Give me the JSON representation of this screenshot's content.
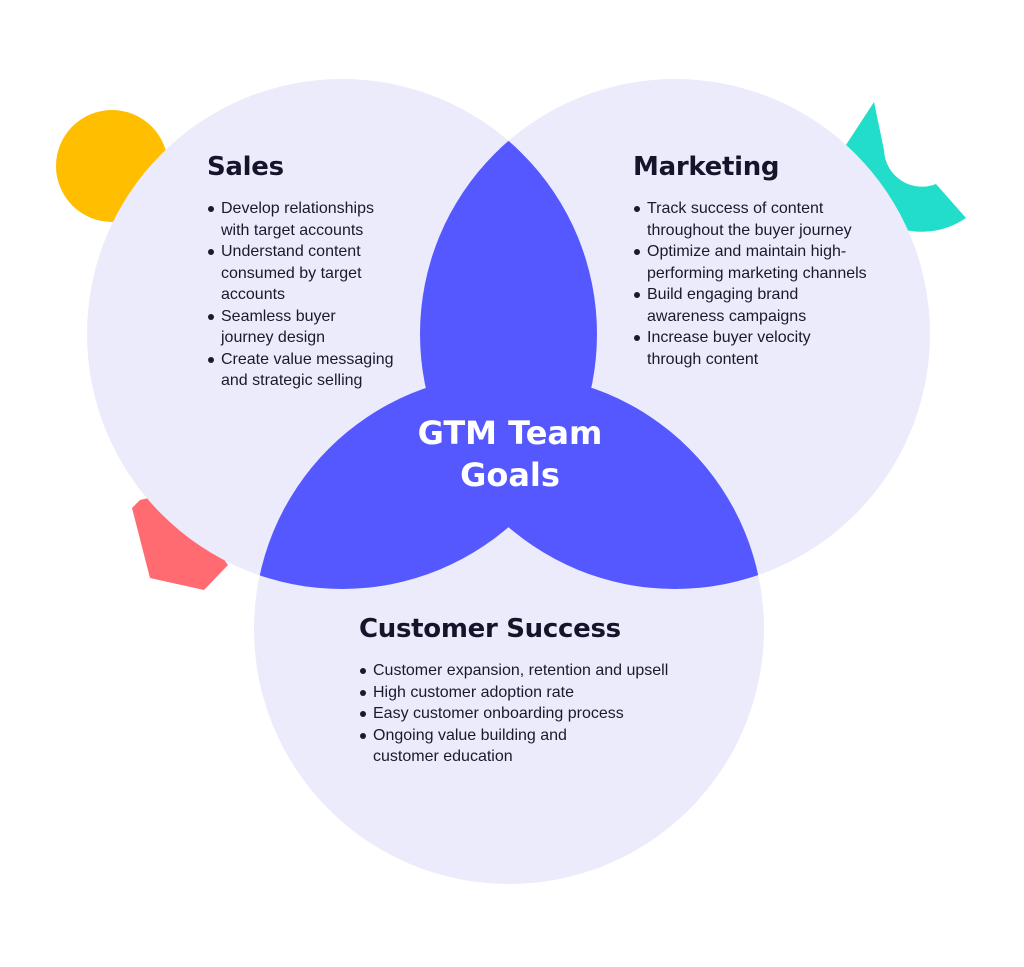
{
  "colors": {
    "circle_fill": "#ebebfb",
    "overlap_fill": "#5558fe",
    "yellow_accent": "#ffbe00",
    "teal_accent": "#22ddca",
    "coral_accent": "#ff6b70"
  },
  "center": {
    "line1": "GTM Team",
    "line2": "Goals"
  },
  "sales": {
    "title": "Sales",
    "items": [
      [
        "Develop relationships",
        "with target accounts"
      ],
      [
        "Understand content",
        "consumed by target",
        "accounts"
      ],
      [
        "Seamless buyer",
        "journey design"
      ],
      [
        "Create value messaging",
        "and strategic selling"
      ]
    ]
  },
  "marketing": {
    "title": "Marketing",
    "items": [
      [
        "Track success of content",
        "throughout the buyer journey"
      ],
      [
        "Optimize and maintain high-",
        "performing marketing channels"
      ],
      [
        "Build engaging brand",
        "awareness campaigns"
      ],
      [
        "Increase buyer velocity",
        "through content"
      ]
    ]
  },
  "customer_success": {
    "title": "Customer Success",
    "items": [
      [
        "Customer expansion, retention and upsell"
      ],
      [
        "High customer adoption rate"
      ],
      [
        "Easy customer onboarding process"
      ],
      [
        "Ongoing value building and",
        "customer education"
      ]
    ]
  }
}
